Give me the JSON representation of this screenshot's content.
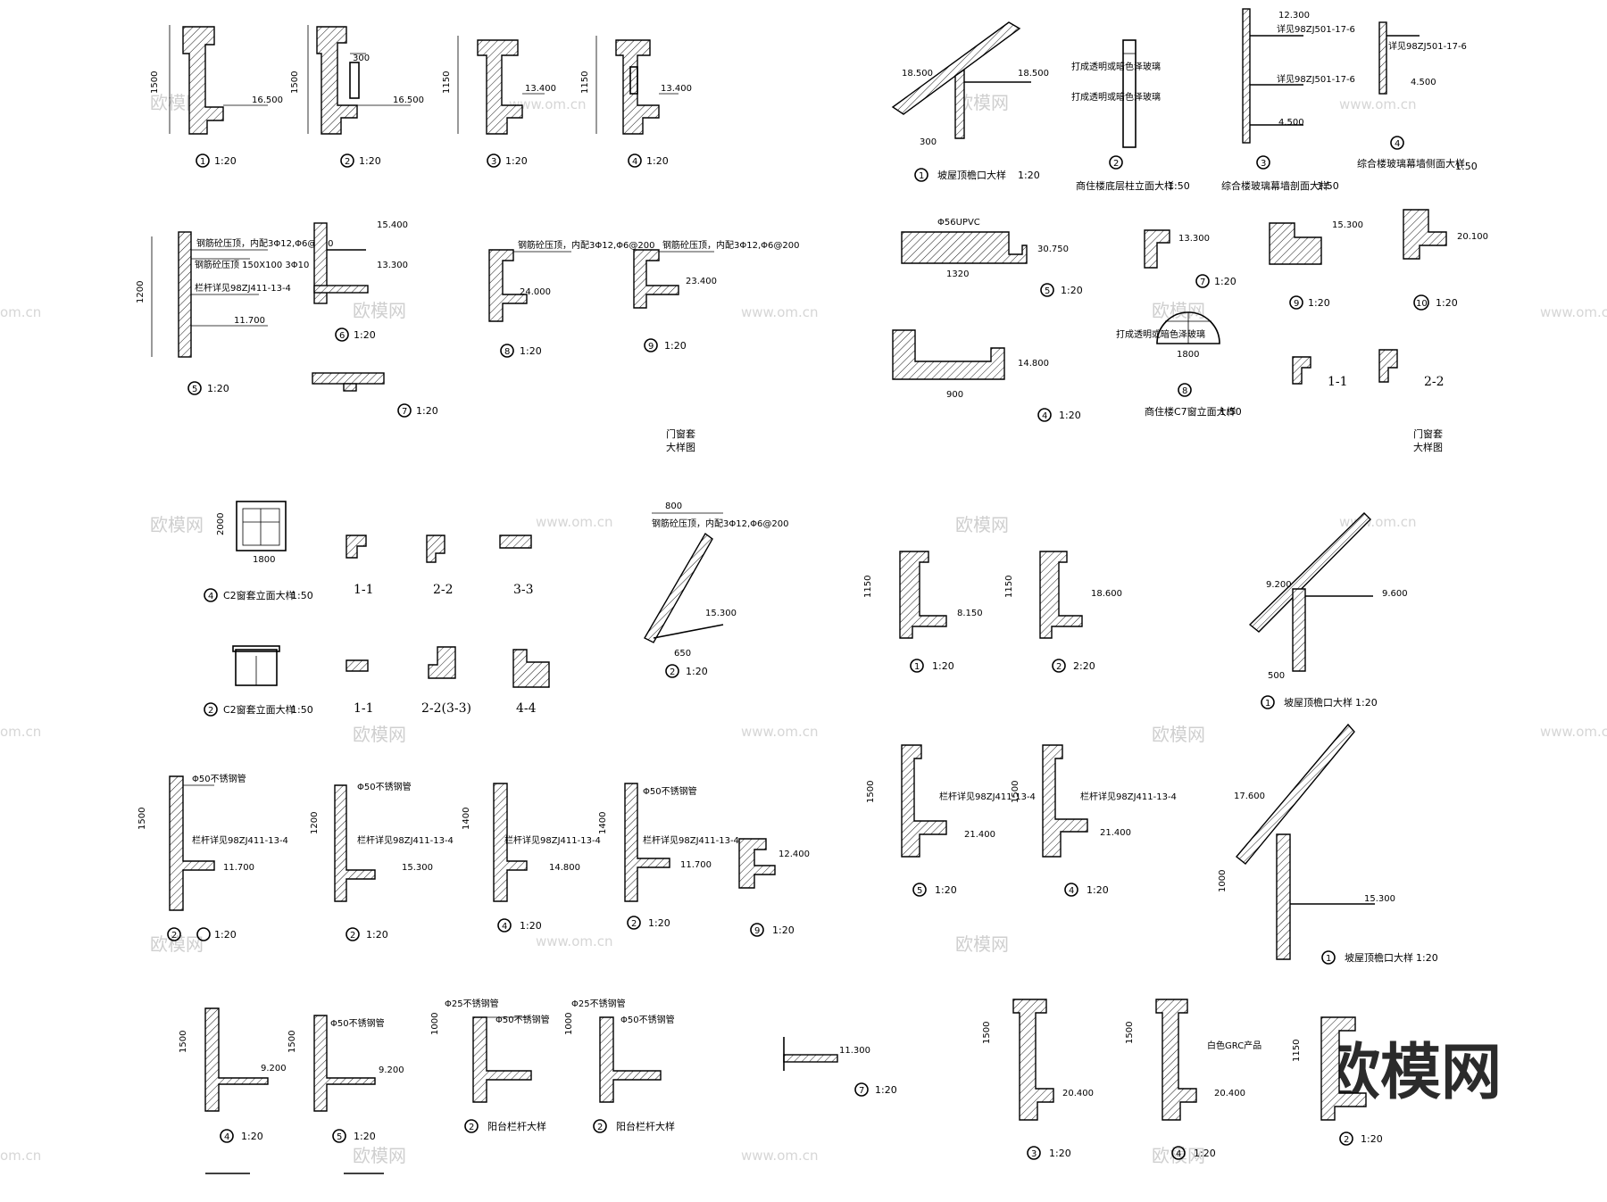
{
  "scale_a": "1:20",
  "scale_b": "1:50",
  "scale_c": "2:20",
  "captions": {
    "roof_eave": "坡屋顶檐口大样",
    "shop_column": "商住楼底层柱立面大样",
    "glass_curtain": "综合楼玻璃幕墙剖面大样",
    "glass_curtain_side": "综合楼玻璃幕墙侧面大样",
    "c7_window": "商住楼C7窗立面大样",
    "c2_window": "C2窗套立面大样",
    "balcony_rail": "阳台栏杆大样",
    "crc": "白色GRC产品"
  },
  "sections": {
    "s11": "1-1",
    "s22": "2-2",
    "s33": "3-3",
    "s2233": "2-2(3-3)",
    "s44": "4-4"
  },
  "sheet_notes": [
    "门窗套",
    "大样图"
  ],
  "dims": {
    "d1500": "1500",
    "d1150": "1150",
    "d1200": "1200",
    "d1400": "1400",
    "d1000": "1000",
    "d900": "900",
    "d1800": "1800",
    "d1320": "1320",
    "d800": "800",
    "d300": "300",
    "d500": "500",
    "d2000": "2000",
    "d650": "650",
    "d16500": "16.500",
    "d18500": "18.500",
    "d13400": "13.400",
    "d11700": "11.700",
    "d24000": "24.000",
    "d23400": "23.400",
    "d14800": "14.800",
    "d12300": "12.300",
    "d15400": "15.400",
    "d30750": "30.750",
    "d20100": "20.100",
    "d9600": "9.600",
    "d13300": "13.300",
    "d15300": "15.300",
    "d8150": "8.150",
    "d18600": "18.600",
    "d21400": "21.400",
    "d17600": "17.600",
    "d20400": "20.400",
    "d9200": "9.200",
    "d12400": "12.400",
    "d4500": "4.500",
    "d11300": "11.300"
  },
  "notes": {
    "n1": "钢筋砼压顶，内配3Φ12,Φ6@200",
    "n2": "钢筋砼压顶 150X100 3Φ10",
    "n3": "Φ50不锈钢管",
    "n4": "栏杆详见98ZJ411-13-4",
    "n5": "Φ25不锈钢管",
    "n6": "Φ56UPVC",
    "n7": "打成透明或暗色泽玻璃",
    "n8": "详见98ZJ501-17-6"
  },
  "watermarks": {
    "site_cn": "欧模网",
    "site_url": "www.om.cn",
    "site_url_cut": "om.cn",
    "brand": "欧模网"
  }
}
